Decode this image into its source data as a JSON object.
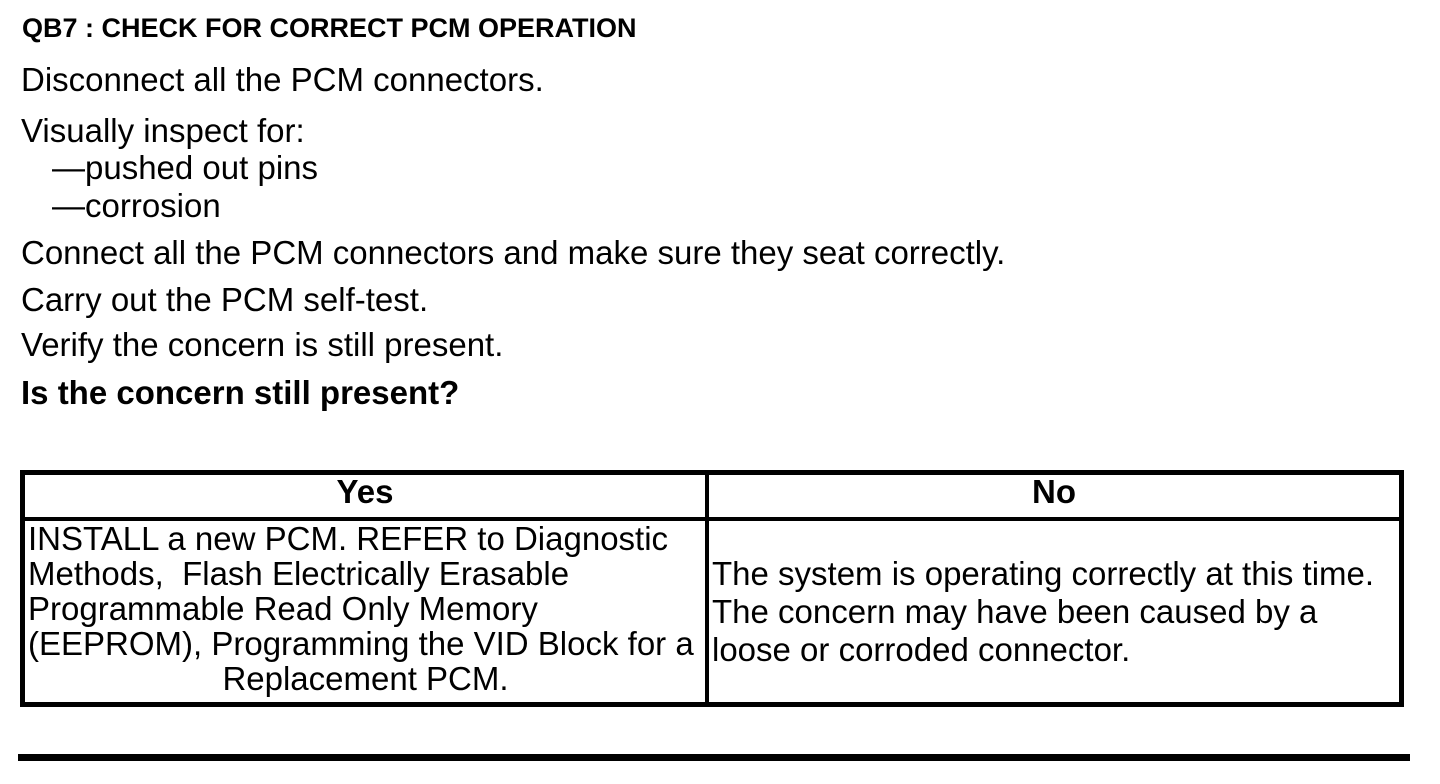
{
  "page": {
    "background": "#ffffff",
    "text_color": "#000000",
    "border_color": "#000000"
  },
  "procedure": {
    "heading": "QB7 : CHECK FOR CORRECT PCM OPERATION",
    "steps": [
      "Disconnect all the PCM connectors.",
      "Visually inspect for:",
      "Connect all the PCM connectors and make sure they seat correctly.",
      "Carry out the PCM self-test.",
      "Verify the concern is still present."
    ],
    "inspection_items": [
      "—pushed out pins",
      "—corrosion"
    ],
    "question": "Is the concern still present?"
  },
  "results_table": {
    "yes_header": "Yes",
    "no_header": "No",
    "yes_lines": [
      "INSTALL a new PCM. REFER to Diagnostic",
      "Methods,  Flash Electrically Erasable",
      "Programmable Read Only Memory",
      "(EEPROM), Programming the VID Block for a",
      "Replacement PCM."
    ],
    "no_lines": [
      "The system is operating correctly at this time.",
      "The concern may have been caused by a",
      "loose or corroded connector."
    ]
  }
}
